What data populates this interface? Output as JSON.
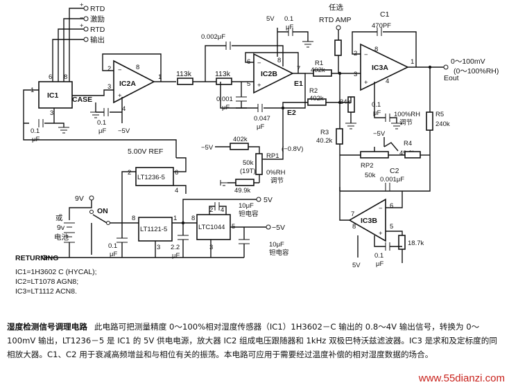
{
  "labels": {
    "rtd1": "RTD",
    "exc": "激励",
    "rtd2": "RTD",
    "out": "输出",
    "ic1": "IC1",
    "case": "CASE",
    "ic2a": "IC2A",
    "ic2b": "IC2B",
    "ic3a": "IC3A",
    "ic3b": "IC3B",
    "r113a": "113k",
    "r113b": "113k",
    "c0002": "0.002μF",
    "c0001a": "0.001",
    "c0001b": "μF",
    "c0047a": "0.047",
    "c0047b": "μF",
    "e1": "E1",
    "e2": "E2",
    "v5a": "5V",
    "c01top": "0.1",
    "uf_top": "μF",
    "optional": "任选",
    "rtdamp": "RTD AMP",
    "c1": "C1",
    "c1v": "470PF",
    "r1": "R1",
    "r1v": "402k",
    "r2": "R2",
    "r2v": "402k",
    "r34k": "34k",
    "r3": "R3",
    "r3v": "40.2k",
    "c01mid": "0.1",
    "uf_mid": "μF",
    "out1": "0～100mV",
    "out2": "(0～100%RH)",
    "eout": "Eout",
    "rh100a": "100%RH",
    "rh100b": "调节",
    "r5": "R5",
    "r5v": "240k",
    "neg5v_a": "−5V",
    "r4": "R4",
    "r4v": "49.9k",
    "rp2": "RP2",
    "rp2v": "50k",
    "c2": "C2",
    "c2v": "0.001μF",
    "ic1c_a": "0.1",
    "ic1c_b": "μF",
    "c01ic2a": "0.1",
    "uf_ic2a": "μF",
    "neg5v_b": "−5V",
    "ref": "5.00V REF",
    "lt1236": "LT1236-5",
    "neg5v_c": "−5V",
    "r402k": "402k",
    "neg08": "(−0.8V)",
    "rp1": "RP1",
    "rp1v": "50k",
    "rp1t": "(19T)",
    "rh0a": "0%RH",
    "rh0b": "调节",
    "r499k": "49.9k",
    "v9": "9V",
    "or": "或",
    "v9b": "9v",
    "battery": "电池",
    "on": "ON",
    "c01b": "0.1",
    "uf_b": "μF",
    "lt1121": "LT1121-5",
    "ltc1044": "LTC1044",
    "c22a": "2.2",
    "c22b": "μF",
    "v5b": "5V",
    "c10a": "10μF",
    "c10b": "钽电容",
    "neg5v_d": "−5V",
    "c10c": "10μF",
    "c10d": "钽电容",
    "r187k": "18.7k",
    "v5c": "5V",
    "c01bot": "0.1",
    "uf_bot": "μF",
    "returning": "RETURNING",
    "pin1": "1",
    "pin2": "2",
    "pin3": "3",
    "pin4": "4",
    "pin5": "5",
    "pin6": "6",
    "pin7": "7",
    "pin8": "8"
  },
  "parts": [
    "IC1=1H3602 C (HYCAL);",
    "IC2=LT1078 AGN8;",
    "IC3=LT1112 ACN8."
  ],
  "caption": {
    "title": "湿度检测信号调理电路",
    "body": "此电路可把测量精度 0～100%相对湿度传感器（IC1）1H3602－C 输出的 0.8～4V 输出信号，转换为 0～100mV 输出，LT1236－5 是 IC1 的 5V 供电电源，放大器 IC2 组成电压跟随器和 1kHz 双极巴特沃兹滤波器。IC3 是求和及定标度的同相放大器。C1、C2 用于衰减高频增益和与相位有关的振荡。本电路可应用于需要经过温度补偿的相对湿度数据的场合。"
  },
  "watermark": "www.55dianzi.com"
}
